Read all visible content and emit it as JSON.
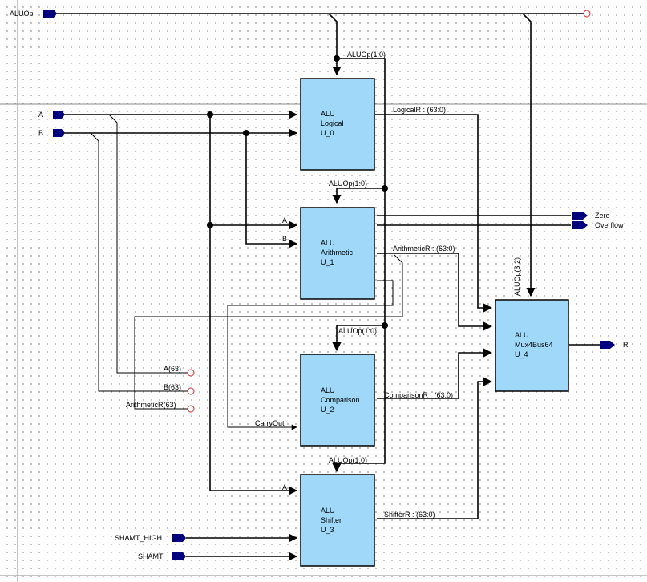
{
  "colors": {
    "block_fill": "#9fd8f8",
    "wire": "#000000",
    "port": "#00007f",
    "open_pin": "#dd2222"
  },
  "ports": {
    "aluop": "ALUOp",
    "a": "A",
    "b": "B",
    "shamt_high": "SHAMT_HIGH",
    "shamt": "SHAMT",
    "zero": "Zero",
    "overflow": "Overflow",
    "r": "R"
  },
  "blocks": {
    "logical": {
      "line1": "ALU",
      "line2": "Logical",
      "line3": "U_0"
    },
    "arithmetic": {
      "line1": "ALU",
      "line2": "Arithmetic",
      "line3": "U_1"
    },
    "comparison": {
      "line1": "ALU",
      "line2": "Comparison",
      "line3": "U_2"
    },
    "shifter": {
      "line1": "ALU",
      "line2": "Shifter",
      "line3": "U_3"
    },
    "mux": {
      "line1": "ALU",
      "line2": "Mux4Bus64",
      "line3": "U_4"
    }
  },
  "nets": {
    "aluop_logical": "ALUOp(1:0)",
    "aluop_arith": "ALUOp(1:0)",
    "aluop_comp": "ALUOp(1:0)",
    "aluop_shift": "ALUOp(1:0)",
    "aluop_mux": "ALUOp(3:2)",
    "logical_r": "LogicalR : (63:0)",
    "arith_r": "ArithmeticR : (63:0)",
    "comp_r": "ComparisonR : (63:0)",
    "shift_r": "ShifterR : (63:0)",
    "arith_a": "A",
    "arith_b": "B",
    "shift_a": "A",
    "a63": "A(63)",
    "b63": "B(63)",
    "arithr63": "ArithmeticR(63)",
    "carry_out": "CarryOut"
  }
}
